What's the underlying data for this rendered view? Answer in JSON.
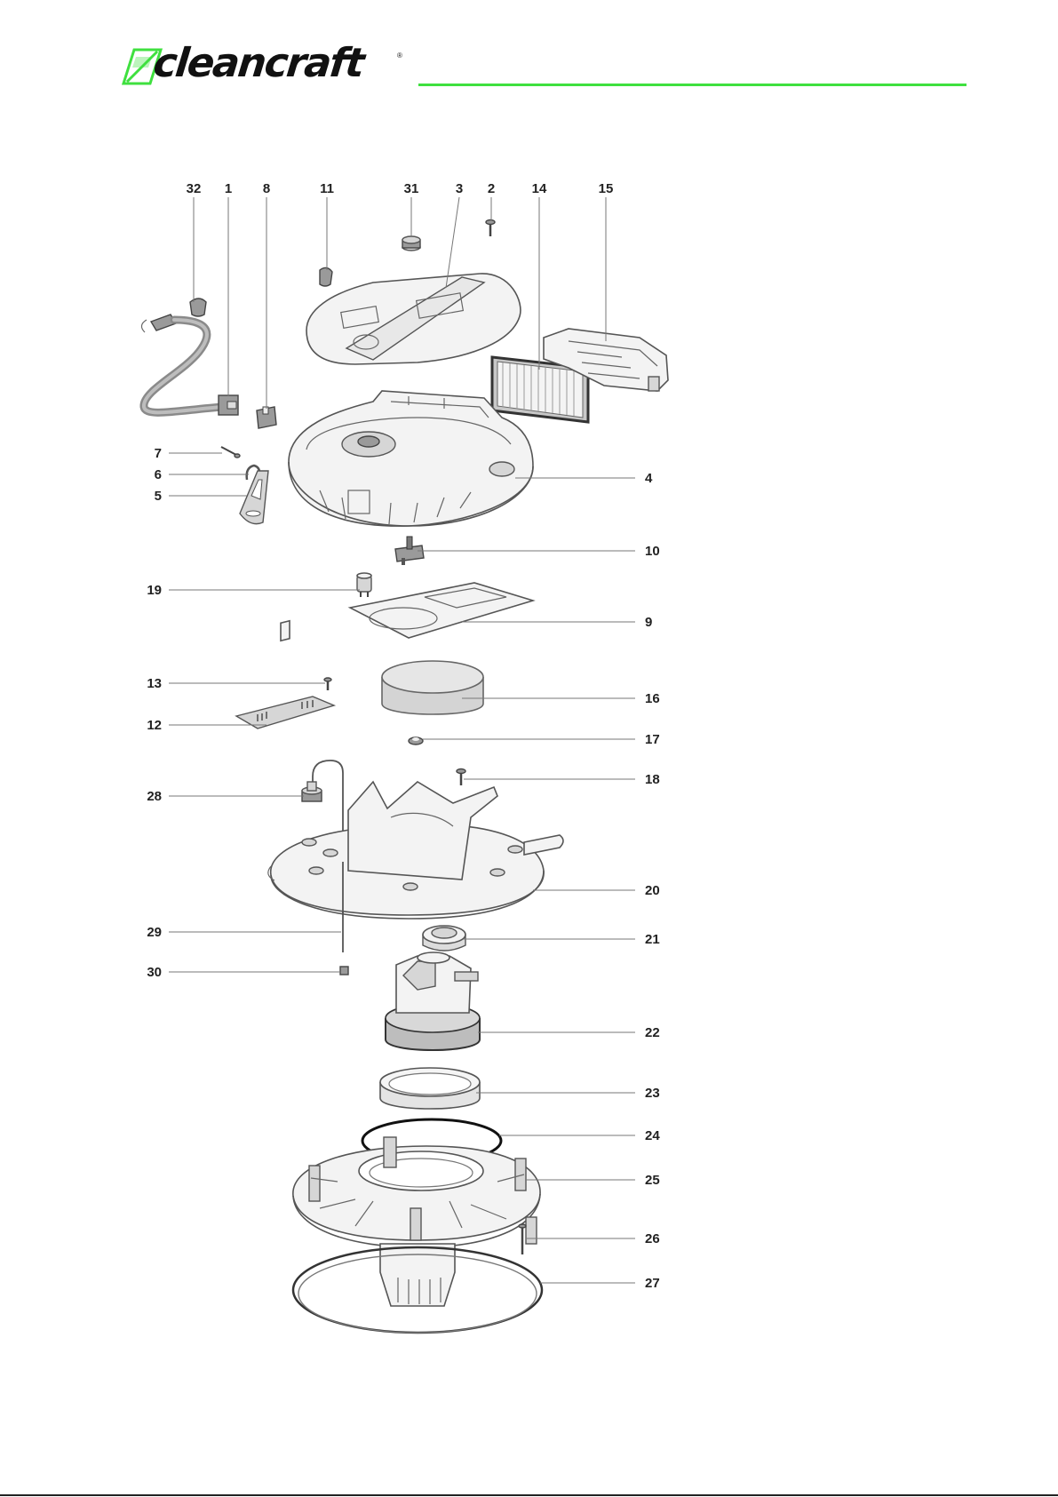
{
  "brand": {
    "name": "cleancraft",
    "reg_mark": "®",
    "accent_color": "#3fe03f"
  },
  "icons": [
    "cleancraft-logo-icon"
  ],
  "parts": {
    "top": [
      "32",
      "1",
      "8",
      "11",
      "31",
      "3",
      "2",
      "14",
      "15"
    ],
    "left": [
      "7",
      "6",
      "5",
      "19",
      "13",
      "12",
      "28",
      "29",
      "30"
    ],
    "right": [
      "4",
      "10",
      "9",
      "16",
      "17",
      "18",
      "20",
      "21",
      "22",
      "23",
      "24",
      "25",
      "26",
      "27"
    ]
  }
}
